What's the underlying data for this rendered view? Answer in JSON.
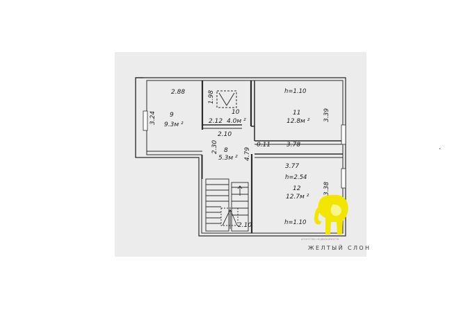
{
  "rooms": [
    {
      "number": "9",
      "area": "9.3м ²"
    },
    {
      "number": "10",
      "area": "4.0м ²"
    },
    {
      "number": "11",
      "area": "12.8м ²"
    },
    {
      "number": "8",
      "area": "5.3м ²"
    },
    {
      "number": "12",
      "area": "12.7м ²"
    }
  ],
  "dimensions": {
    "d_2_88": "2.88",
    "d_3_24": "3.24",
    "d_1_98": "1.98",
    "d_2_12": "2.12",
    "d_2_10_a": "2.10",
    "d_3_39": "3.39",
    "d_2_30": "2.30",
    "d_4_79": "4.79",
    "d_0_11": "0.11",
    "d_3_78": "3.78",
    "d_3_77": "3.77",
    "d_3_38": "3.38",
    "d_2_10_b": "2.10"
  },
  "heights": {
    "room11": "h=1.10",
    "room12_mid": "h=2.54",
    "room12_bottom": "h=1.10"
  },
  "watermark": {
    "brand": "ЖЕЛТЫЙ СЛОН",
    "tagline": "АГЕНТСТВО НЕДВИЖИМОСТИ",
    "color": "#f2e600"
  },
  "stray_mark": "."
}
